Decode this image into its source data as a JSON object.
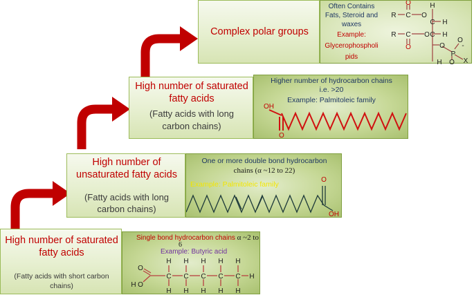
{
  "steps": [
    {
      "title_lines": [
        "High number of saturated",
        "fatty acids"
      ],
      "sub_lines": [
        "(Fatty acids with short carbon",
        "chains)"
      ],
      "desc_line1": "Single bond hydrocarbon chains",
      "desc_alpha": "α ~2 to",
      "desc_line2": "6",
      "example": "Example: Butyric acid",
      "atoms": {
        "O_top": "O",
        "O_bottom": "O",
        "H_left": "H",
        "C": "C",
        "H": "H"
      }
    },
    {
      "title_lines": [
        "High number of",
        "unsaturated fatty acids"
      ],
      "sub_lines": [
        "(Fatty acids with long",
        "carbon chains)"
      ],
      "desc_line1": "One or more double bond hydrocarbon",
      "desc_line2": "chains (α ~12 to 22)",
      "example": "Example: Palmitoleic family",
      "atoms": {
        "O": "O",
        "OH": "OH"
      }
    },
    {
      "title_lines": [
        "High number of saturated",
        "fatty acids"
      ],
      "sub_lines": [
        "(Fatty acids with long",
        "carbon chains)"
      ],
      "desc_line1": "Higher number of hydrocarbon chains",
      "desc_line2": "i.e. >20",
      "example": "Example: Palmitoleic family",
      "atoms": {
        "OH": "OH",
        "O": "O"
      }
    },
    {
      "title": "Complex polar groups",
      "desc_lines": [
        "Often Contains",
        "Fats, Steroid and",
        "waxes"
      ],
      "example_lines": [
        "Example:",
        "Glycerophospholi",
        "pids"
      ],
      "atoms": {
        "R": "R",
        "C": "C",
        "O": "O",
        "H": "H",
        "P": "P",
        "X": "X",
        "minus": "-"
      }
    }
  ],
  "colors": {
    "title_red": "#c00000",
    "chain_red": "#d01010",
    "arrow_red": "#c00000",
    "chain_dark": "#1e3a3a",
    "yellow": "#f2e600",
    "purple": "#7030a0",
    "box_border": "#9bbb59"
  }
}
